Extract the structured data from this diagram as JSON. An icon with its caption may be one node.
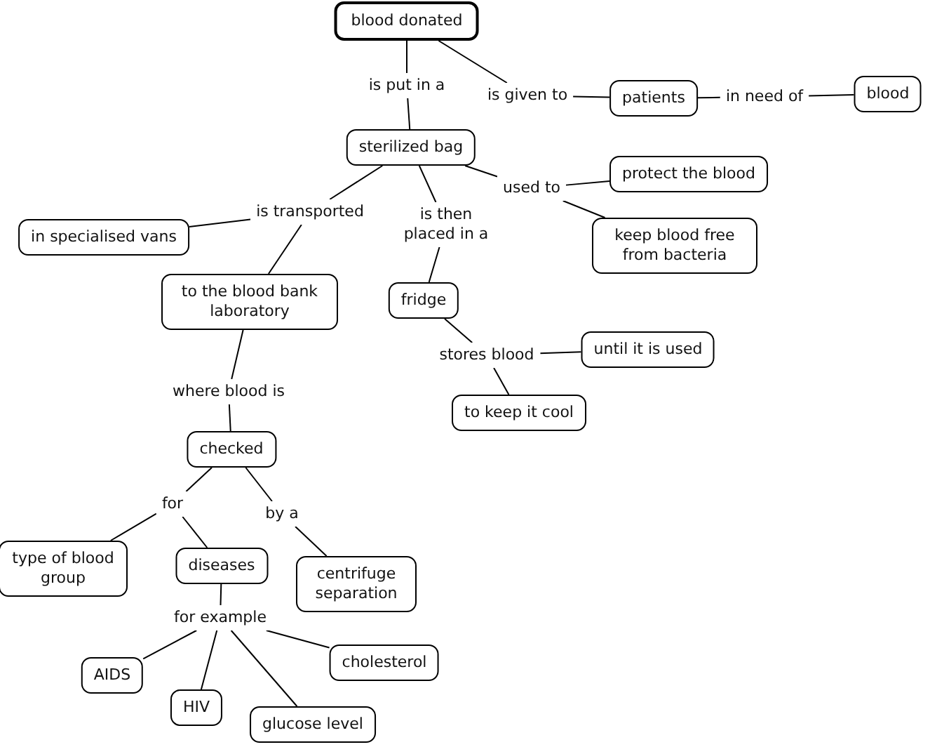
{
  "diagram": {
    "nodes": [
      {
        "text": [
          "blood donated"
        ]
      },
      {
        "text": [
          "is put in a"
        ]
      },
      {
        "text": [
          "is given to"
        ]
      },
      {
        "text": [
          "patients"
        ]
      },
      {
        "text": [
          "in need of"
        ]
      },
      {
        "text": [
          "blood"
        ]
      },
      {
        "text": [
          "sterilized bag"
        ]
      },
      {
        "text": [
          "is transported"
        ]
      },
      {
        "text": [
          "is then placed in a"
        ]
      },
      {
        "text": [
          "used to"
        ]
      },
      {
        "text": [
          "in specialised vans"
        ]
      },
      {
        "text": [
          "protect the blood"
        ]
      },
      {
        "text": [
          "keep blood free from bacteria"
        ]
      },
      {
        "text": [
          "to the blood bank laboratory"
        ]
      },
      {
        "text": [
          "fridge"
        ]
      },
      {
        "text": [
          "stores blood"
        ]
      },
      {
        "text": [
          "until it is used"
        ]
      },
      {
        "text": [
          "to keep it cool"
        ]
      },
      {
        "text": [
          "where blood is"
        ]
      },
      {
        "text": [
          "checked"
        ]
      },
      {
        "text": [
          "for"
        ]
      },
      {
        "text": [
          "by a"
        ]
      },
      {
        "text": [
          "type of blood group"
        ]
      },
      {
        "text": [
          "diseases"
        ]
      },
      {
        "text": [
          "centrifuge separation"
        ]
      },
      {
        "text": [
          "for example"
        ]
      },
      {
        "text": [
          "AIDS"
        ]
      },
      {
        "text": [
          "cholesterol"
        ]
      },
      {
        "text": [
          "HIV"
        ]
      },
      {
        "text": [
          "glucose level"
        ]
      }
    ],
    "edges": [
      {
        "from": 0,
        "to": 1,
        "arrow": "none"
      },
      {
        "from": 1,
        "to": 6,
        "arrow": "none"
      },
      {
        "from": 0,
        "to": 2,
        "arrow": "none"
      },
      {
        "from": 2,
        "to": 3,
        "arrow": "none"
      },
      {
        "from": 3,
        "to": 4,
        "arrow": "none"
      },
      {
        "from": 4,
        "to": 5,
        "arrow": "none"
      },
      {
        "from": 6,
        "to": 7,
        "arrow": "none"
      },
      {
        "from": 7,
        "to": 10,
        "arrow": "none"
      },
      {
        "from": 7,
        "to": 13,
        "arrow": "none"
      },
      {
        "from": 6,
        "to": 8,
        "arrow": "none"
      },
      {
        "from": 8,
        "to": 14,
        "arrow": "none"
      },
      {
        "from": 6,
        "to": 9,
        "arrow": "none"
      },
      {
        "from": 9,
        "to": 11,
        "arrow": "none"
      },
      {
        "from": 9,
        "to": 12,
        "arrow": "none"
      },
      {
        "from": 14,
        "to": 15,
        "arrow": "none"
      },
      {
        "from": 15,
        "to": 16,
        "arrow": "none"
      },
      {
        "from": 15,
        "to": 17,
        "arrow": "none"
      },
      {
        "from": 13,
        "to": 18,
        "arrow": "none"
      },
      {
        "from": 18,
        "to": 19,
        "arrow": "none"
      },
      {
        "from": 19,
        "to": 20,
        "arrow": "none"
      },
      {
        "from": 20,
        "to": 22,
        "arrow": "none"
      },
      {
        "from": 20,
        "to": 23,
        "arrow": "none"
      },
      {
        "from": 19,
        "to": 21,
        "arrow": "none"
      },
      {
        "from": 21,
        "to": 24,
        "arrow": "none"
      },
      {
        "from": 23,
        "to": 25,
        "arrow": "none"
      },
      {
        "from": 25,
        "to": 26,
        "arrow": "none"
      },
      {
        "from": 25,
        "to": 28,
        "arrow": "none"
      },
      {
        "from": 25,
        "to": 29,
        "arrow": "none"
      },
      {
        "from": 25,
        "to": 27,
        "arrow": "none"
      }
    ]
  }
}
